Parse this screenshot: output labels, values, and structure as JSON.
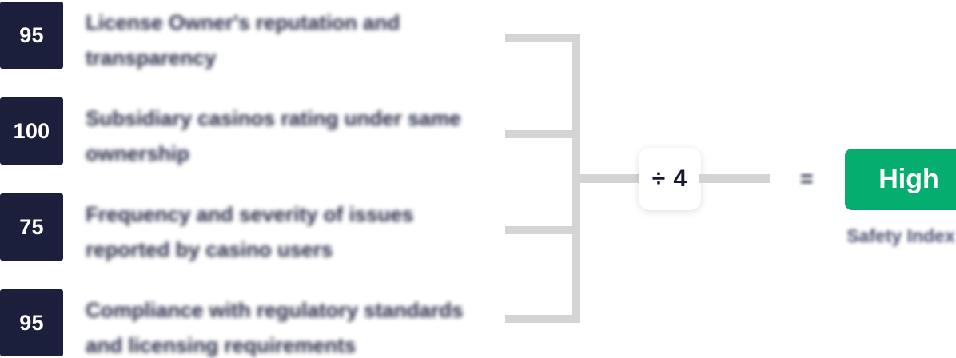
{
  "formula": {
    "criteria": [
      {
        "score": "95",
        "label": "License Owner's reputation and transparency"
      },
      {
        "score": "100",
        "label": "Subsidiary casinos rating under same ownership"
      },
      {
        "score": "75",
        "label": "Frequency and severity of issues reported by casino users"
      },
      {
        "score": "95",
        "label": "Compliance with regulatory standards and licensing requirements"
      }
    ],
    "operator_label": "÷ 4",
    "equals_label": "=",
    "result": {
      "value": "High",
      "caption": "Safety Index"
    }
  },
  "colors": {
    "chip_background": "#1b1f3b",
    "chip_text": "#ffffff",
    "label_text": "#1b1f3b",
    "bracket": "#d4d4d4",
    "result_background": "#05ae6e",
    "result_text": "#ffffff",
    "caption_text": "#454a6e",
    "page_background": "#ffffff"
  }
}
